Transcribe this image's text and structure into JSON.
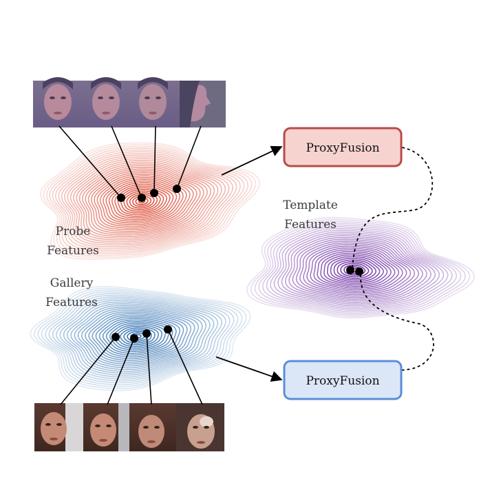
{
  "labels": {
    "probe_line1": "Probe",
    "probe_line2": "Features",
    "gallery_line1": "Gallery",
    "gallery_line2": "Features",
    "template_line1": "Template",
    "template_line2": "Features"
  },
  "boxes": {
    "top": "ProxyFusion",
    "bottom": "ProxyFusion"
  },
  "colors": {
    "probe_cloud": "#d9452f",
    "gallery_cloud": "#2f6fb0",
    "template_cloud": "#6a2aa0",
    "top_box_fill": "#f6d3cf",
    "top_box_stroke": "#b94a48",
    "bottom_box_fill": "#dbe6f7",
    "bottom_box_stroke": "#5b8ed6"
  },
  "icons": {
    "probe_faces": [
      "face-thumbnail",
      "face-thumbnail",
      "face-thumbnail",
      "face-profile-thumbnail"
    ],
    "gallery_faces": [
      "face-thumbnail",
      "face-thumbnail",
      "face-thumbnail",
      "face-thumbnail"
    ]
  }
}
